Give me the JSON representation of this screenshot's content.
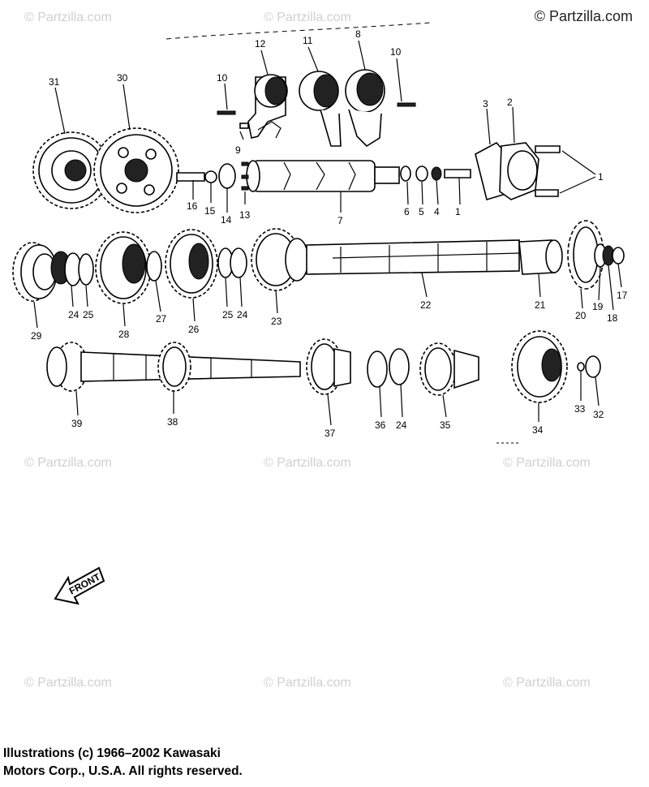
{
  "header": {
    "copyright": "© Partzilla.com"
  },
  "watermark": "© Partzilla.com",
  "footer": {
    "line1": "Illustrations (c) 1966–2002 Kawasaki",
    "line2": "Motors Corp., U.S.A.  All rights reserved."
  },
  "front_label": "FRONT",
  "callouts": [
    "1",
    "1",
    "2",
    "3",
    "4",
    "5",
    "6",
    "7",
    "8",
    "9",
    "10",
    "10",
    "11",
    "12",
    "13",
    "14",
    "15",
    "16",
    "17",
    "18",
    "19",
    "20",
    "21",
    "22",
    "23",
    "24",
    "24",
    "24",
    "25",
    "25",
    "26",
    "27",
    "28",
    "29",
    "30",
    "31",
    "32",
    "33",
    "34",
    "35",
    "36",
    "37",
    "38",
    "39"
  ]
}
